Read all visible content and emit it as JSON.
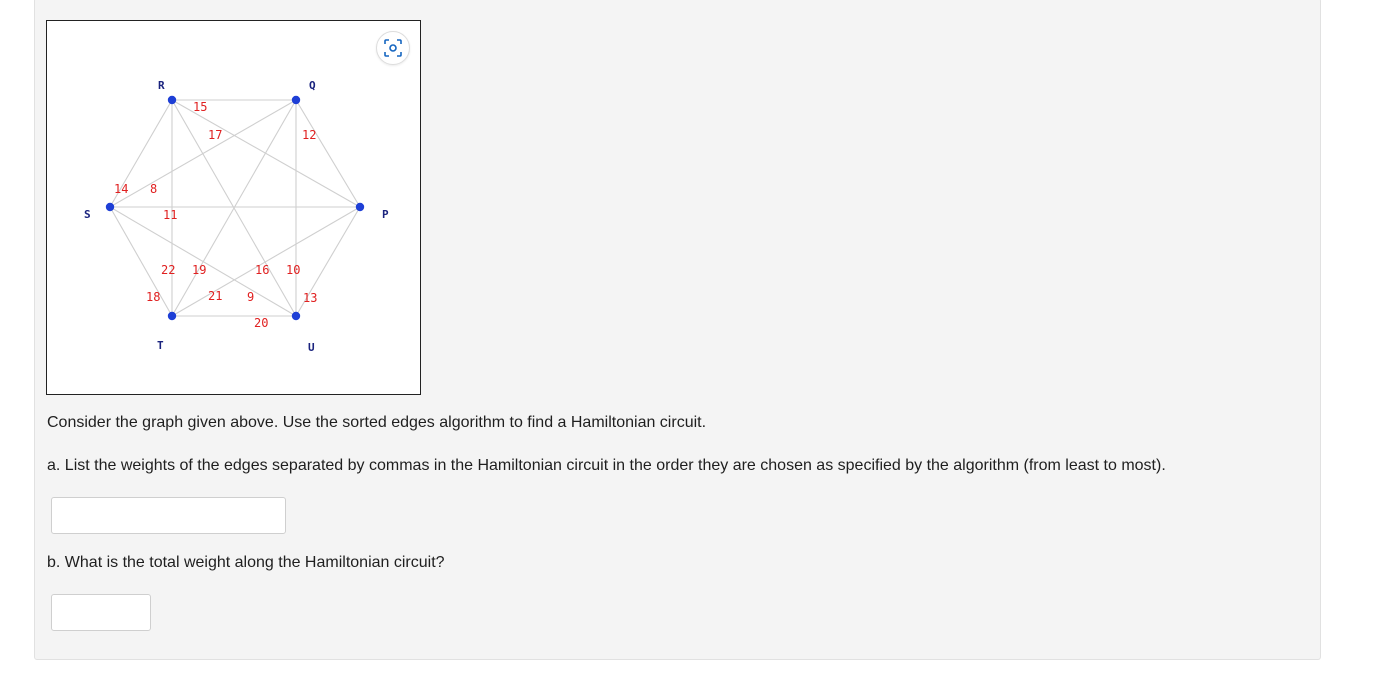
{
  "graph": {
    "vertices": [
      {
        "id": "R",
        "label": "R"
      },
      {
        "id": "Q",
        "label": "Q"
      },
      {
        "id": "S",
        "label": "S"
      },
      {
        "id": "P",
        "label": "P"
      },
      {
        "id": "T",
        "label": "T"
      },
      {
        "id": "U",
        "label": "U"
      }
    ],
    "edges": [
      {
        "from": "R",
        "to": "Q",
        "weight": "15"
      },
      {
        "from": "R",
        "to": "P",
        "weight": "17"
      },
      {
        "from": "Q",
        "to": "U",
        "weight": "12"
      },
      {
        "from": "R",
        "to": "S",
        "weight": "14"
      },
      {
        "from": "S",
        "to": "Q",
        "weight": "8"
      },
      {
        "from": "R",
        "to": "T",
        "weight": "11"
      },
      {
        "from": "S",
        "to": "P",
        "weight": "22"
      },
      {
        "from": "Q",
        "to": "T",
        "weight": "19"
      },
      {
        "from": "R",
        "to": "U",
        "weight": "16"
      },
      {
        "from": "P",
        "to": "U",
        "weight": "10"
      },
      {
        "from": "S",
        "to": "T",
        "weight": "18"
      },
      {
        "from": "T",
        "to": "P",
        "weight": "21"
      },
      {
        "from": "S",
        "to": "U",
        "weight": "9"
      },
      {
        "from": "Q",
        "to": "P",
        "weight": "13"
      },
      {
        "from": "T",
        "to": "U",
        "weight": "20"
      }
    ],
    "colors": {
      "vertex": "#1e3fd6",
      "edge": "#cfcfcf",
      "weight": "#e02020",
      "vertex_label": "#1a237e"
    }
  },
  "scan_icon": "camera-scan-icon",
  "question": {
    "prompt": "Consider the graph given above. Use the sorted edges algorithm to find a Hamiltonian circuit.",
    "part_a": "a. List the weights of the edges separated by commas in the Hamiltonian circuit in the order they are chosen as specified by the algorithm (from least to most).",
    "part_a_value": "",
    "part_b": "b. What is the total weight along the Hamiltonian circuit?",
    "part_b_value": ""
  }
}
